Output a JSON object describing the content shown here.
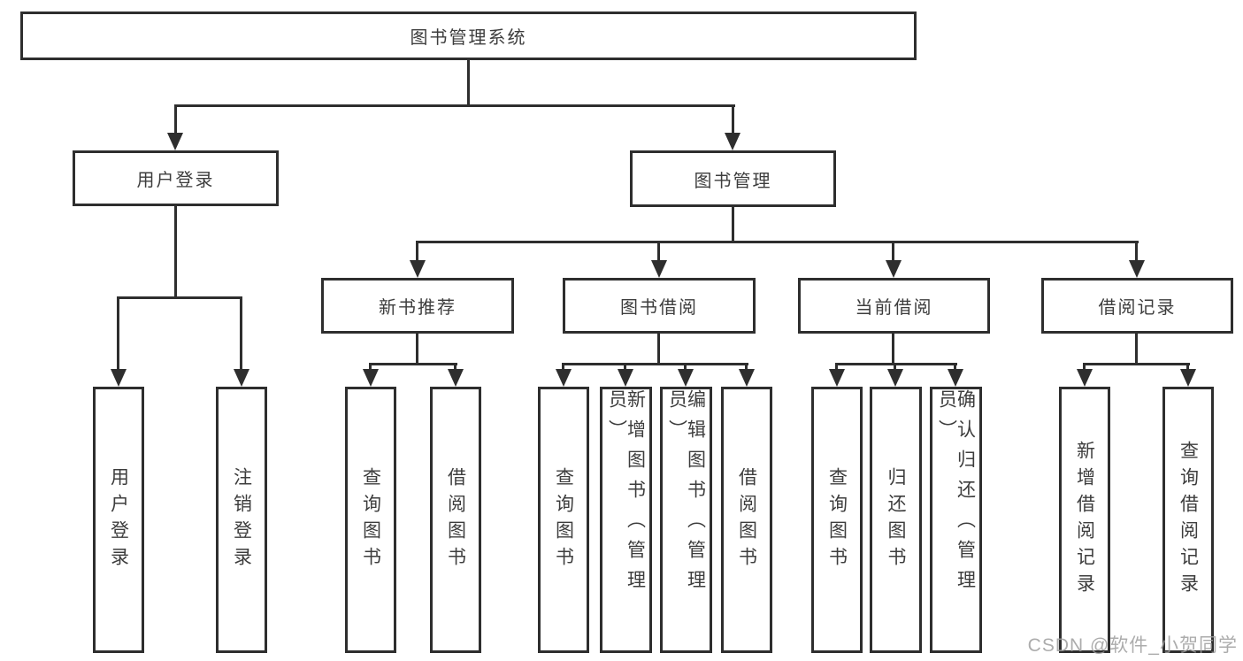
{
  "diagram": {
    "title": "图书管理系统",
    "level2": [
      {
        "label": "用户登录"
      },
      {
        "label": "图书管理"
      }
    ],
    "level3": [
      {
        "label": "新书推荐"
      },
      {
        "label": "图书借阅"
      },
      {
        "label": "当前借阅"
      },
      {
        "label": "借阅记录"
      }
    ],
    "leaves": [
      {
        "label": "用户登录"
      },
      {
        "label": "注销登录"
      },
      {
        "label": "查询图书"
      },
      {
        "label": "借阅图书"
      },
      {
        "label": "查询图书"
      },
      {
        "label": "新增图书（管理员）"
      },
      {
        "label": "编辑图书（管理员）"
      },
      {
        "label": "借阅图书"
      },
      {
        "label": "查询图书"
      },
      {
        "label": "归还图书"
      },
      {
        "label": "确认归还（管理员）"
      },
      {
        "label": "新增借阅记录"
      },
      {
        "label": "查询借阅记录"
      }
    ]
  },
  "watermark": {
    "text": "CSDN @软件_小贺同学"
  },
  "colors": {
    "line": "#2e2e2e",
    "text": "#3d3d3d",
    "background": "#ffffff",
    "watermark": "#9e9e9e"
  }
}
